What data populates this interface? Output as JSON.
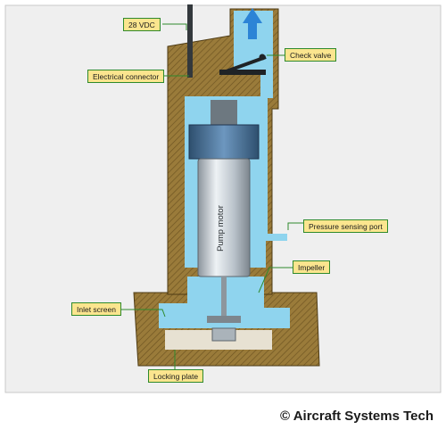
{
  "labels": {
    "vdc": "28 VDC",
    "electrical_connector": "Electrical connector",
    "check_valve": "Check valve",
    "pressure_sensing_port": "Pressure sensing port",
    "impeller": "Impeller",
    "inlet_screen": "Inlet screen",
    "locking_plate": "Locking plate",
    "pump_motor": "Pump motor"
  },
  "copyright": "© Aircraft Systems Tech",
  "colors": {
    "housing": "#9a7b3a",
    "fluid": "#8fd4ee",
    "motor": "#c9d1d8",
    "callout_fill": "#fbe58e",
    "leader": "#2f8a2c",
    "arrow": "#2c84d6"
  }
}
